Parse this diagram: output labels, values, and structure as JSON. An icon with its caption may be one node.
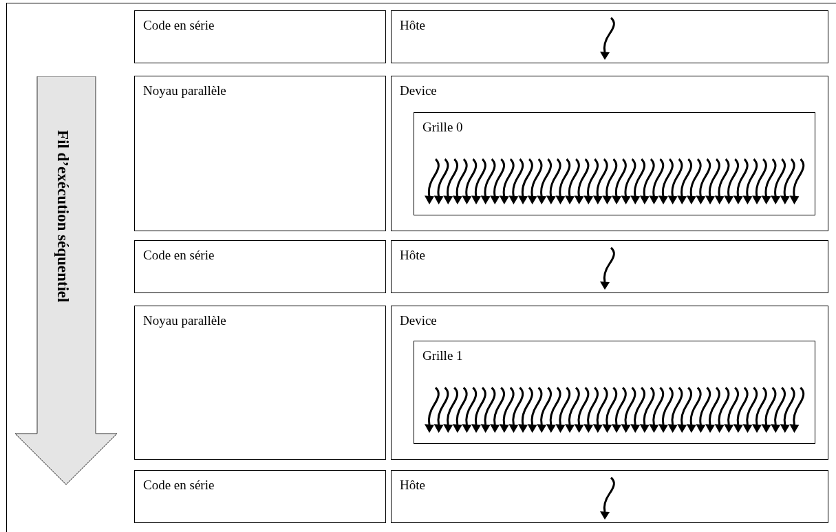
{
  "diagram": {
    "nodes": [
      {
        "text": [
          "Fil d’exécution séquentiel"
        ]
      },
      {
        "text": [
          "Code en série"
        ]
      },
      {
        "text": [
          "Hôte"
        ]
      },
      {
        "text": [
          "Noyau parallèle"
        ]
      },
      {
        "text": [
          "Device"
        ]
      },
      {
        "text": [
          "Grille 0"
        ],
        "in": 4
      },
      {
        "text": [
          "Code en série"
        ]
      },
      {
        "text": [
          "Hôte"
        ]
      },
      {
        "text": [
          "Noyau parallèle"
        ]
      },
      {
        "text": [
          "Device"
        ]
      },
      {
        "text": [
          "Grille 1"
        ],
        "in": 9
      },
      {
        "text": [
          "Code en série"
        ]
      },
      {
        "text": [
          "Hôte"
        ]
      }
    ]
  }
}
